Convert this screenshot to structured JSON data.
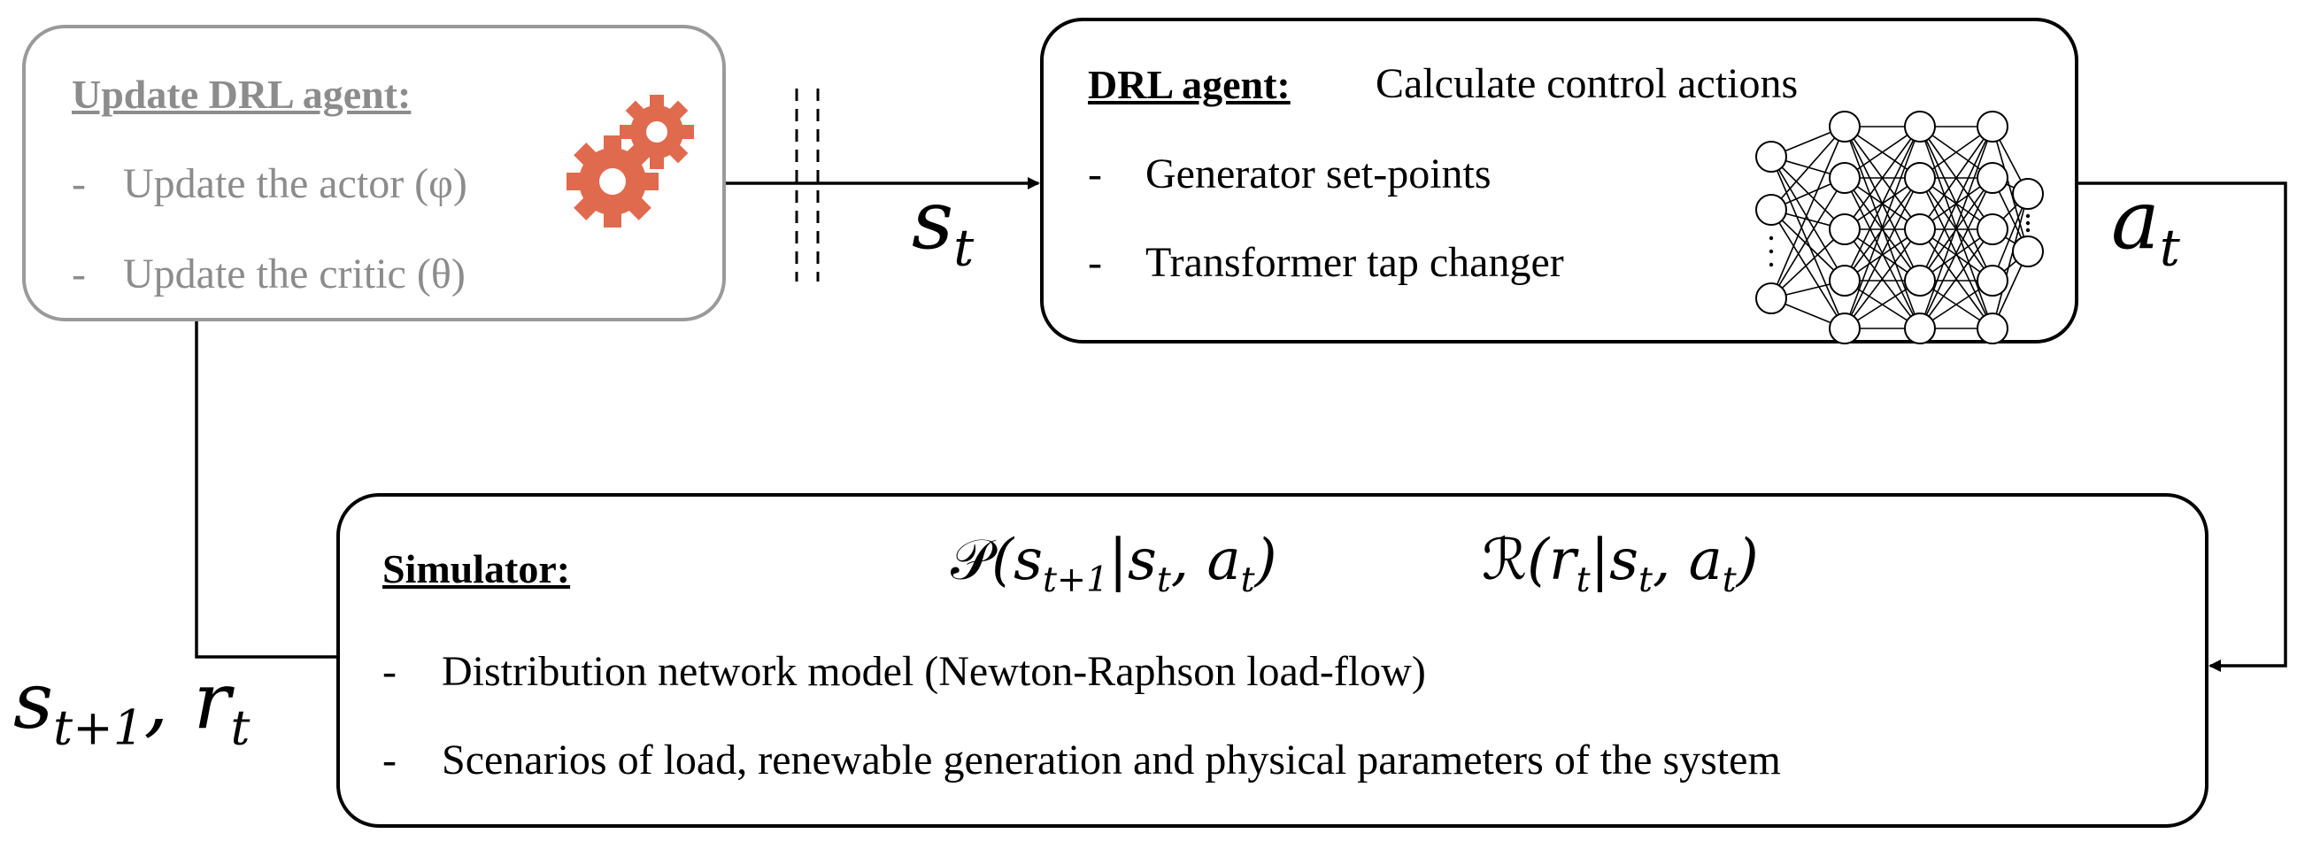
{
  "update_agent": {
    "heading": "Update DRL agent:",
    "items": [
      "Update the actor (φ)",
      "Update the critic (θ)"
    ],
    "icon": "gears-icon",
    "icon_color": "#e06a4e",
    "text_color": "#8c8c8c"
  },
  "drl_agent": {
    "heading": "DRL agent:",
    "subtitle": "Calculate control actions",
    "items": [
      "Generator set-points",
      "Transformer tap changer"
    ],
    "icon": "neural-network-icon"
  },
  "simulator": {
    "heading": "Simulator:",
    "transition_formula": "𝒫(s_{t+1}|s_t, a_t)",
    "reward_formula": "ℛ(r_t|s_t, a_t)",
    "items": [
      "Distribution network model (Newton-Raphson load-flow)",
      "Scenarios of load, renewable generation and physical parameters of the system"
    ]
  },
  "signals": {
    "state": "s_t",
    "action": "a_t",
    "next_state_reward": "s_{t+1}, r_t"
  },
  "dash_char": "-"
}
